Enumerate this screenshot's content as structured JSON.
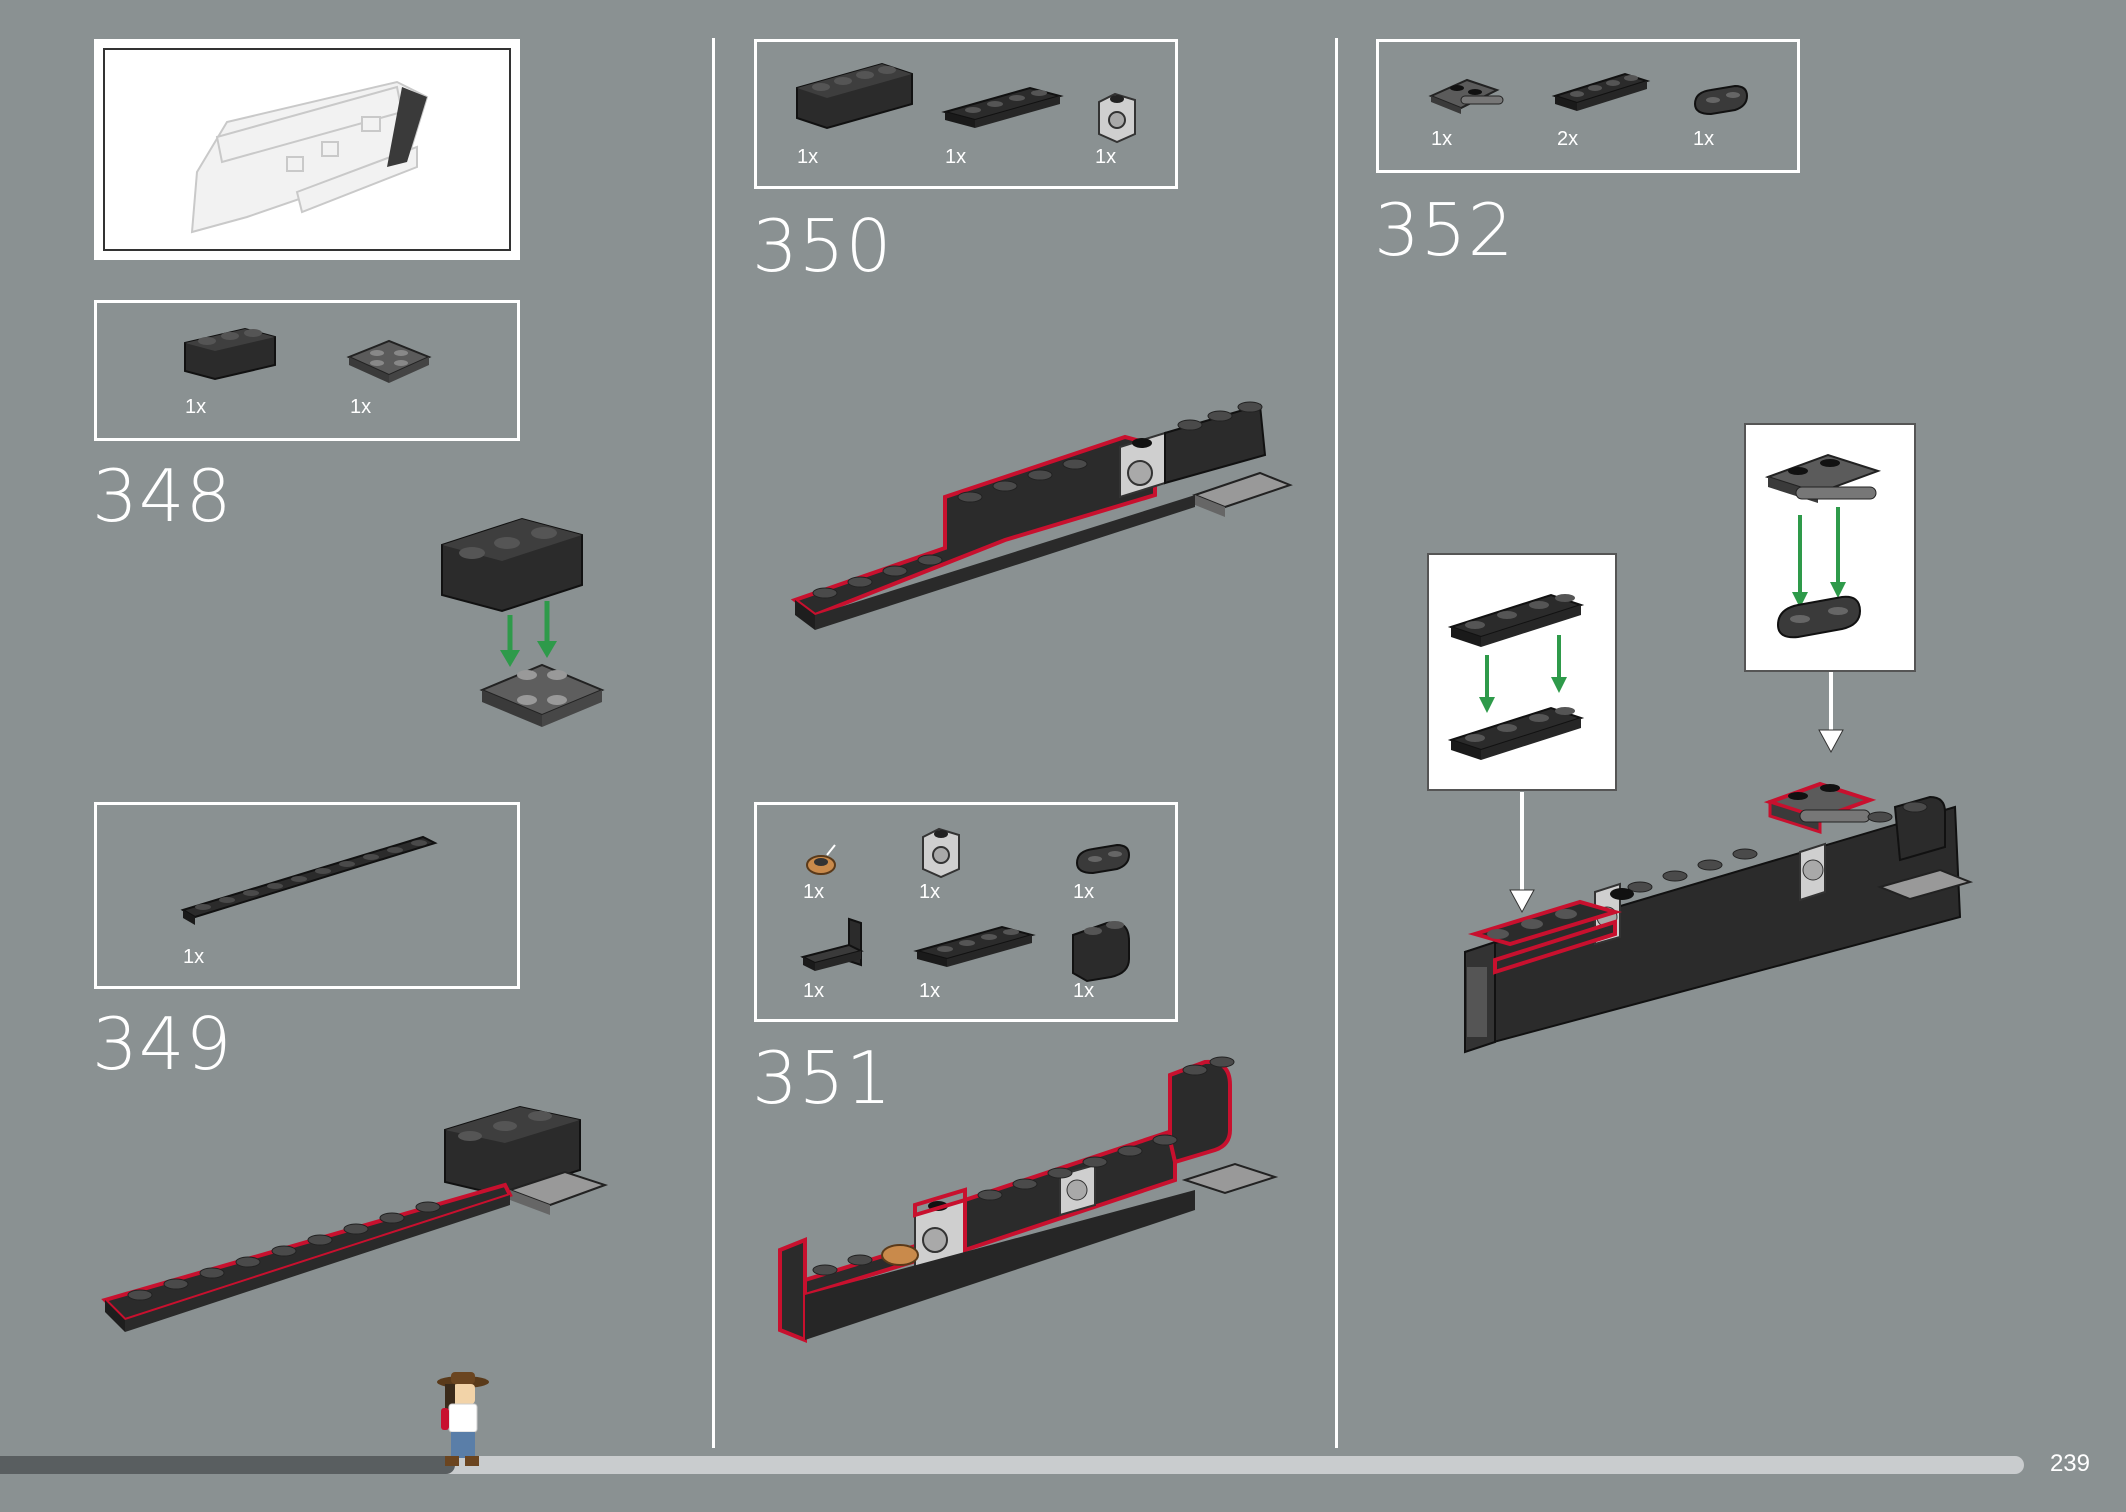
{
  "page": {
    "page_number": "239",
    "progress_fraction": 0.225
  },
  "steps": [
    {
      "number": "348",
      "parts": [
        {
          "qty": "1x",
          "icon": "brick-1x3-black"
        },
        {
          "qty": "1x",
          "icon": "plate-2x2-dark-gray"
        }
      ]
    },
    {
      "number": "349",
      "parts": [
        {
          "qty": "1x",
          "icon": "plate-1x10-black"
        }
      ]
    },
    {
      "number": "350",
      "parts": [
        {
          "qty": "1x",
          "icon": "brick-1x4-black"
        },
        {
          "qty": "1x",
          "icon": "plate-1x4-black"
        },
        {
          "qty": "1x",
          "icon": "technic-brick-1x1-light-gray"
        }
      ]
    },
    {
      "number": "351",
      "parts": [
        {
          "qty": "1x",
          "icon": "minifig-accessory"
        },
        {
          "qty": "1x",
          "icon": "technic-brick-1x1-light-gray"
        },
        {
          "qty": "1x",
          "icon": "plate-1x2-rounded-black"
        },
        {
          "qty": "1x",
          "icon": "bracket-black"
        },
        {
          "qty": "1x",
          "icon": "plate-1x4-black"
        },
        {
          "qty": "1x",
          "icon": "brick-curved-black"
        }
      ]
    },
    {
      "number": "352",
      "parts": [
        {
          "qty": "1x",
          "icon": "plate-handle-dark-gray"
        },
        {
          "qty": "2x",
          "icon": "plate-1x4-black"
        },
        {
          "qty": "1x",
          "icon": "plate-1x2-rounded-black"
        }
      ]
    }
  ],
  "colors": {
    "background": "#8a9192",
    "highlight": "#c8102e",
    "arrow": "#2e9a4a",
    "brick_black": "#2b2b2b",
    "brick_gray": "#cfcfcf"
  }
}
